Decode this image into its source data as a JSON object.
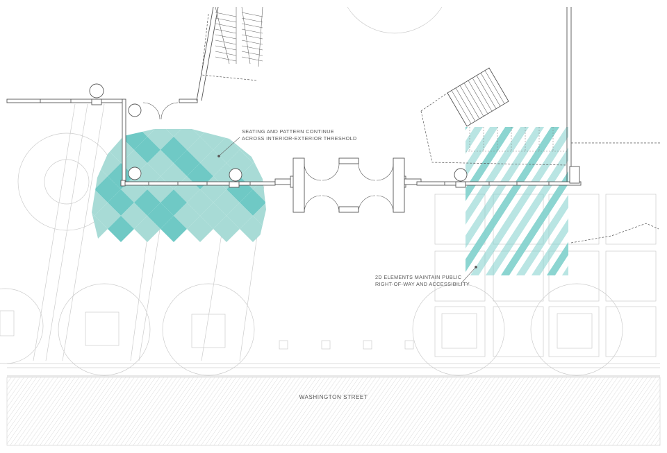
{
  "annotations": {
    "seating_pattern": {
      "line1": "SEATING AND PATTERN CONTINUE",
      "line2": "ACROSS INTERIOR-EXTERIOR THRESHOLD"
    },
    "public_row": {
      "line1": "2D ELEMENTS MAINTAIN PUBLIC",
      "line2": "RIGHT-OF-WAY AND ACCESSIBILITY"
    }
  },
  "street": {
    "name": "WASHINGTON STREET"
  },
  "colors": {
    "pattern_light": "#a8dbd6",
    "pattern_dark": "#6fc9c5",
    "stripe": "#7fd0cc",
    "linework": "#555555",
    "faint": "#bbbbbb"
  }
}
